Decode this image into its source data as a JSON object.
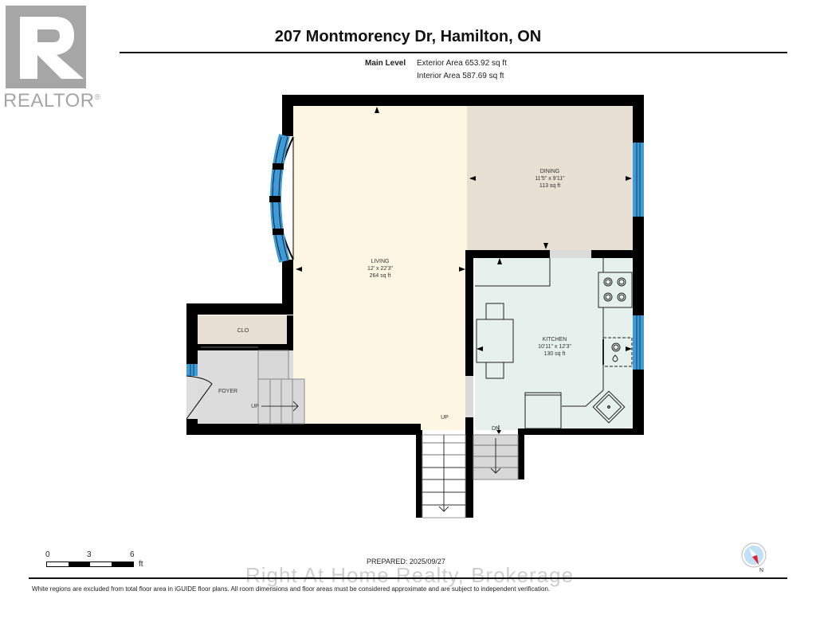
{
  "branding": {
    "logo_letter": "R",
    "logo_word": "REALTOR",
    "registered": "®"
  },
  "header": {
    "title": "207 Montmorency Dr, Hamilton, ON",
    "level": "Main Level",
    "exterior_area": "Exterior Area 653.92 sq ft",
    "interior_area": "Interior Area 587.69 sq ft"
  },
  "rooms": [
    {
      "name": "LIVING",
      "dims": "12' x 22'3\"",
      "area": "264 sq ft"
    },
    {
      "name": "DINING",
      "dims": "11'5\" x 9'11\"",
      "area": "113 sq ft"
    },
    {
      "name": "KITCHEN",
      "dims": "10'11\" x 12'3\"",
      "area": "130 sq ft"
    },
    {
      "name": "FOYER"
    },
    {
      "name": "CLO"
    }
  ],
  "stair_labels": {
    "foyer_up": "UP",
    "living_up": "UP",
    "kitchen_down": "DN"
  },
  "colors": {
    "living": "#fdf6e3",
    "dining": "#e8e0d2",
    "kitchen": "#e6f0ec",
    "foyer": "#dcdcdc",
    "closet": "#e8e0d2",
    "wall": "#000000",
    "window": "#3d9bd9"
  },
  "scale_bar": {
    "ticks": [
      "0",
      "3",
      "6"
    ],
    "unit": "ft"
  },
  "footer": {
    "prepared": "PREPARED: 2025/09/27",
    "watermark": "Right At Home Realty, Brokerage",
    "disclaimer": "White regions are excluded from total floor area in iGUIDE floor plans. All room dimensions and floor areas must be considered approximate and are subject to independent verification.",
    "compass_label": "N"
  }
}
